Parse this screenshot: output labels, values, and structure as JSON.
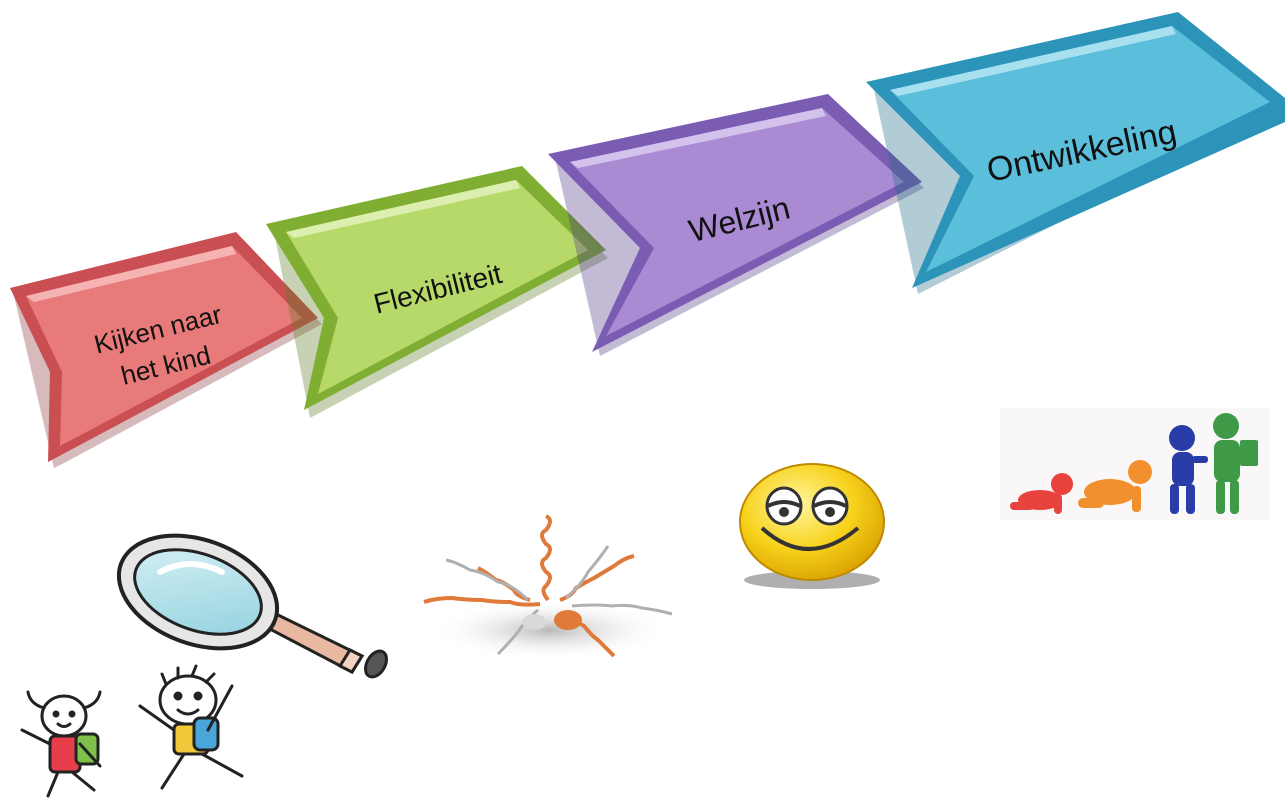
{
  "chevrons": [
    {
      "line1": "Kijken naar",
      "line2": "het kind",
      "fill": "#e87a7a",
      "edge": "#c94f52",
      "light": "#f6b3b3"
    },
    {
      "line1": "Flexibiliteit",
      "fill": "#b6d96a",
      "edge": "#7fae32",
      "light": "#dcefb0"
    },
    {
      "line1": "Welzijn",
      "fill": "#a98ad3",
      "edge": "#7b5cb3",
      "light": "#d2c2ec"
    },
    {
      "line1": "Ontwikkeling",
      "fill": "#5bbfdc",
      "edge": "#2c93b9",
      "light": "#a9e0f0"
    }
  ],
  "illustrations": [
    "magnifying-glass",
    "springs",
    "smiley-face",
    "child-growth-stages",
    "running-kids"
  ]
}
